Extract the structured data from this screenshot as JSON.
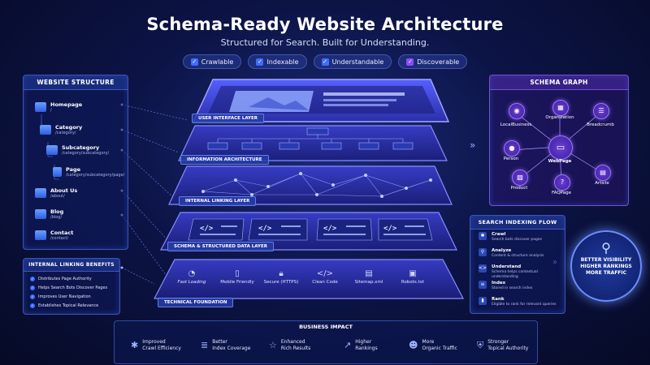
{
  "title": "Schema-Ready Website Architecture",
  "subtitle": "Structured for Search. Built for Understanding.",
  "badges": [
    "Crawlable",
    "Indexable",
    "Understandable",
    "Discoverable"
  ],
  "website_structure": {
    "title": "WEBSITE STRUCTURE",
    "items": [
      {
        "name": "Homepage",
        "path": "/",
        "icon": "home-icon"
      },
      {
        "name": "Category",
        "path": "/category/",
        "icon": "folder-icon"
      },
      {
        "name": "Subcategory",
        "path": "/category/subcategory/",
        "icon": "folder-icon"
      },
      {
        "name": "Page",
        "path": "/category/subcategory/page/",
        "icon": "document-icon"
      },
      {
        "name": "About Us",
        "path": "/about/",
        "icon": "user-icon"
      },
      {
        "name": "Blog",
        "path": "/blog/",
        "icon": "blog-icon"
      },
      {
        "name": "Contact",
        "path": "/contact/",
        "icon": "mail-icon"
      }
    ]
  },
  "linking_benefits": {
    "title": "INTERNAL LINKING BENEFITS",
    "items": [
      "Distributes Page Authority",
      "Helps Search Bots Discover Pages",
      "Improves User Navigation",
      "Establishes Topical Relevance"
    ]
  },
  "layers": [
    "USER INTERFACE LAYER",
    "INFORMATION ARCHITECTURE",
    "INTERNAL LINKING LAYER",
    "SCHEMA & STRUCTURED DATA LAYER",
    "TECHNICAL FOUNDATION"
  ],
  "technical_items": [
    "Fast Loading",
    "Mobile Friendly",
    "Secure (HTTPS)",
    "Clean Code",
    "Sitemap.xml",
    "Robots.txt"
  ],
  "schema_graph": {
    "title": "SCHEMA GRAPH",
    "center": "WebPage",
    "nodes": [
      "Organization",
      "LocalBusiness",
      "Breadcrumb",
      "Person",
      "Product",
      "FAQPage",
      "Article"
    ]
  },
  "indexing_flow": {
    "title": "SEARCH INDEXING FLOW",
    "steps": [
      {
        "name": "Crawl",
        "desc": "Search bots discover pages"
      },
      {
        "name": "Analyze",
        "desc": "Content & structure analysis"
      },
      {
        "name": "Understand",
        "desc": "Schema helps contextual understanding"
      },
      {
        "name": "Index",
        "desc": "Stored in search index"
      },
      {
        "name": "Rank",
        "desc": "Eligible to rank for relevant queries"
      }
    ]
  },
  "visibility": [
    "BETTER VISIBILITY",
    "HIGHER RANKINGS",
    "MORE TRAFFIC"
  ],
  "business_impact": {
    "title": "BUSINESS IMPACT",
    "items": [
      {
        "line1": "Improved",
        "line2": "Crawl Efficiency",
        "icon": "spider-icon"
      },
      {
        "line1": "Better",
        "line2": "Index Coverage",
        "icon": "database-icon"
      },
      {
        "line1": "Enhanced",
        "line2": "Rich Results",
        "icon": "star-icon"
      },
      {
        "line1": "Higher",
        "line2": "Rankings",
        "icon": "trend-up-icon"
      },
      {
        "line1": "More",
        "line2": "Organic Traffic",
        "icon": "users-icon"
      },
      {
        "line1": "Stronger",
        "line2": "Topical Authority",
        "icon": "shield-icon"
      }
    ]
  },
  "colors": {
    "accent_blue": "#3e6dff",
    "accent_purple": "#8a4dff",
    "background": "#0c1446"
  }
}
